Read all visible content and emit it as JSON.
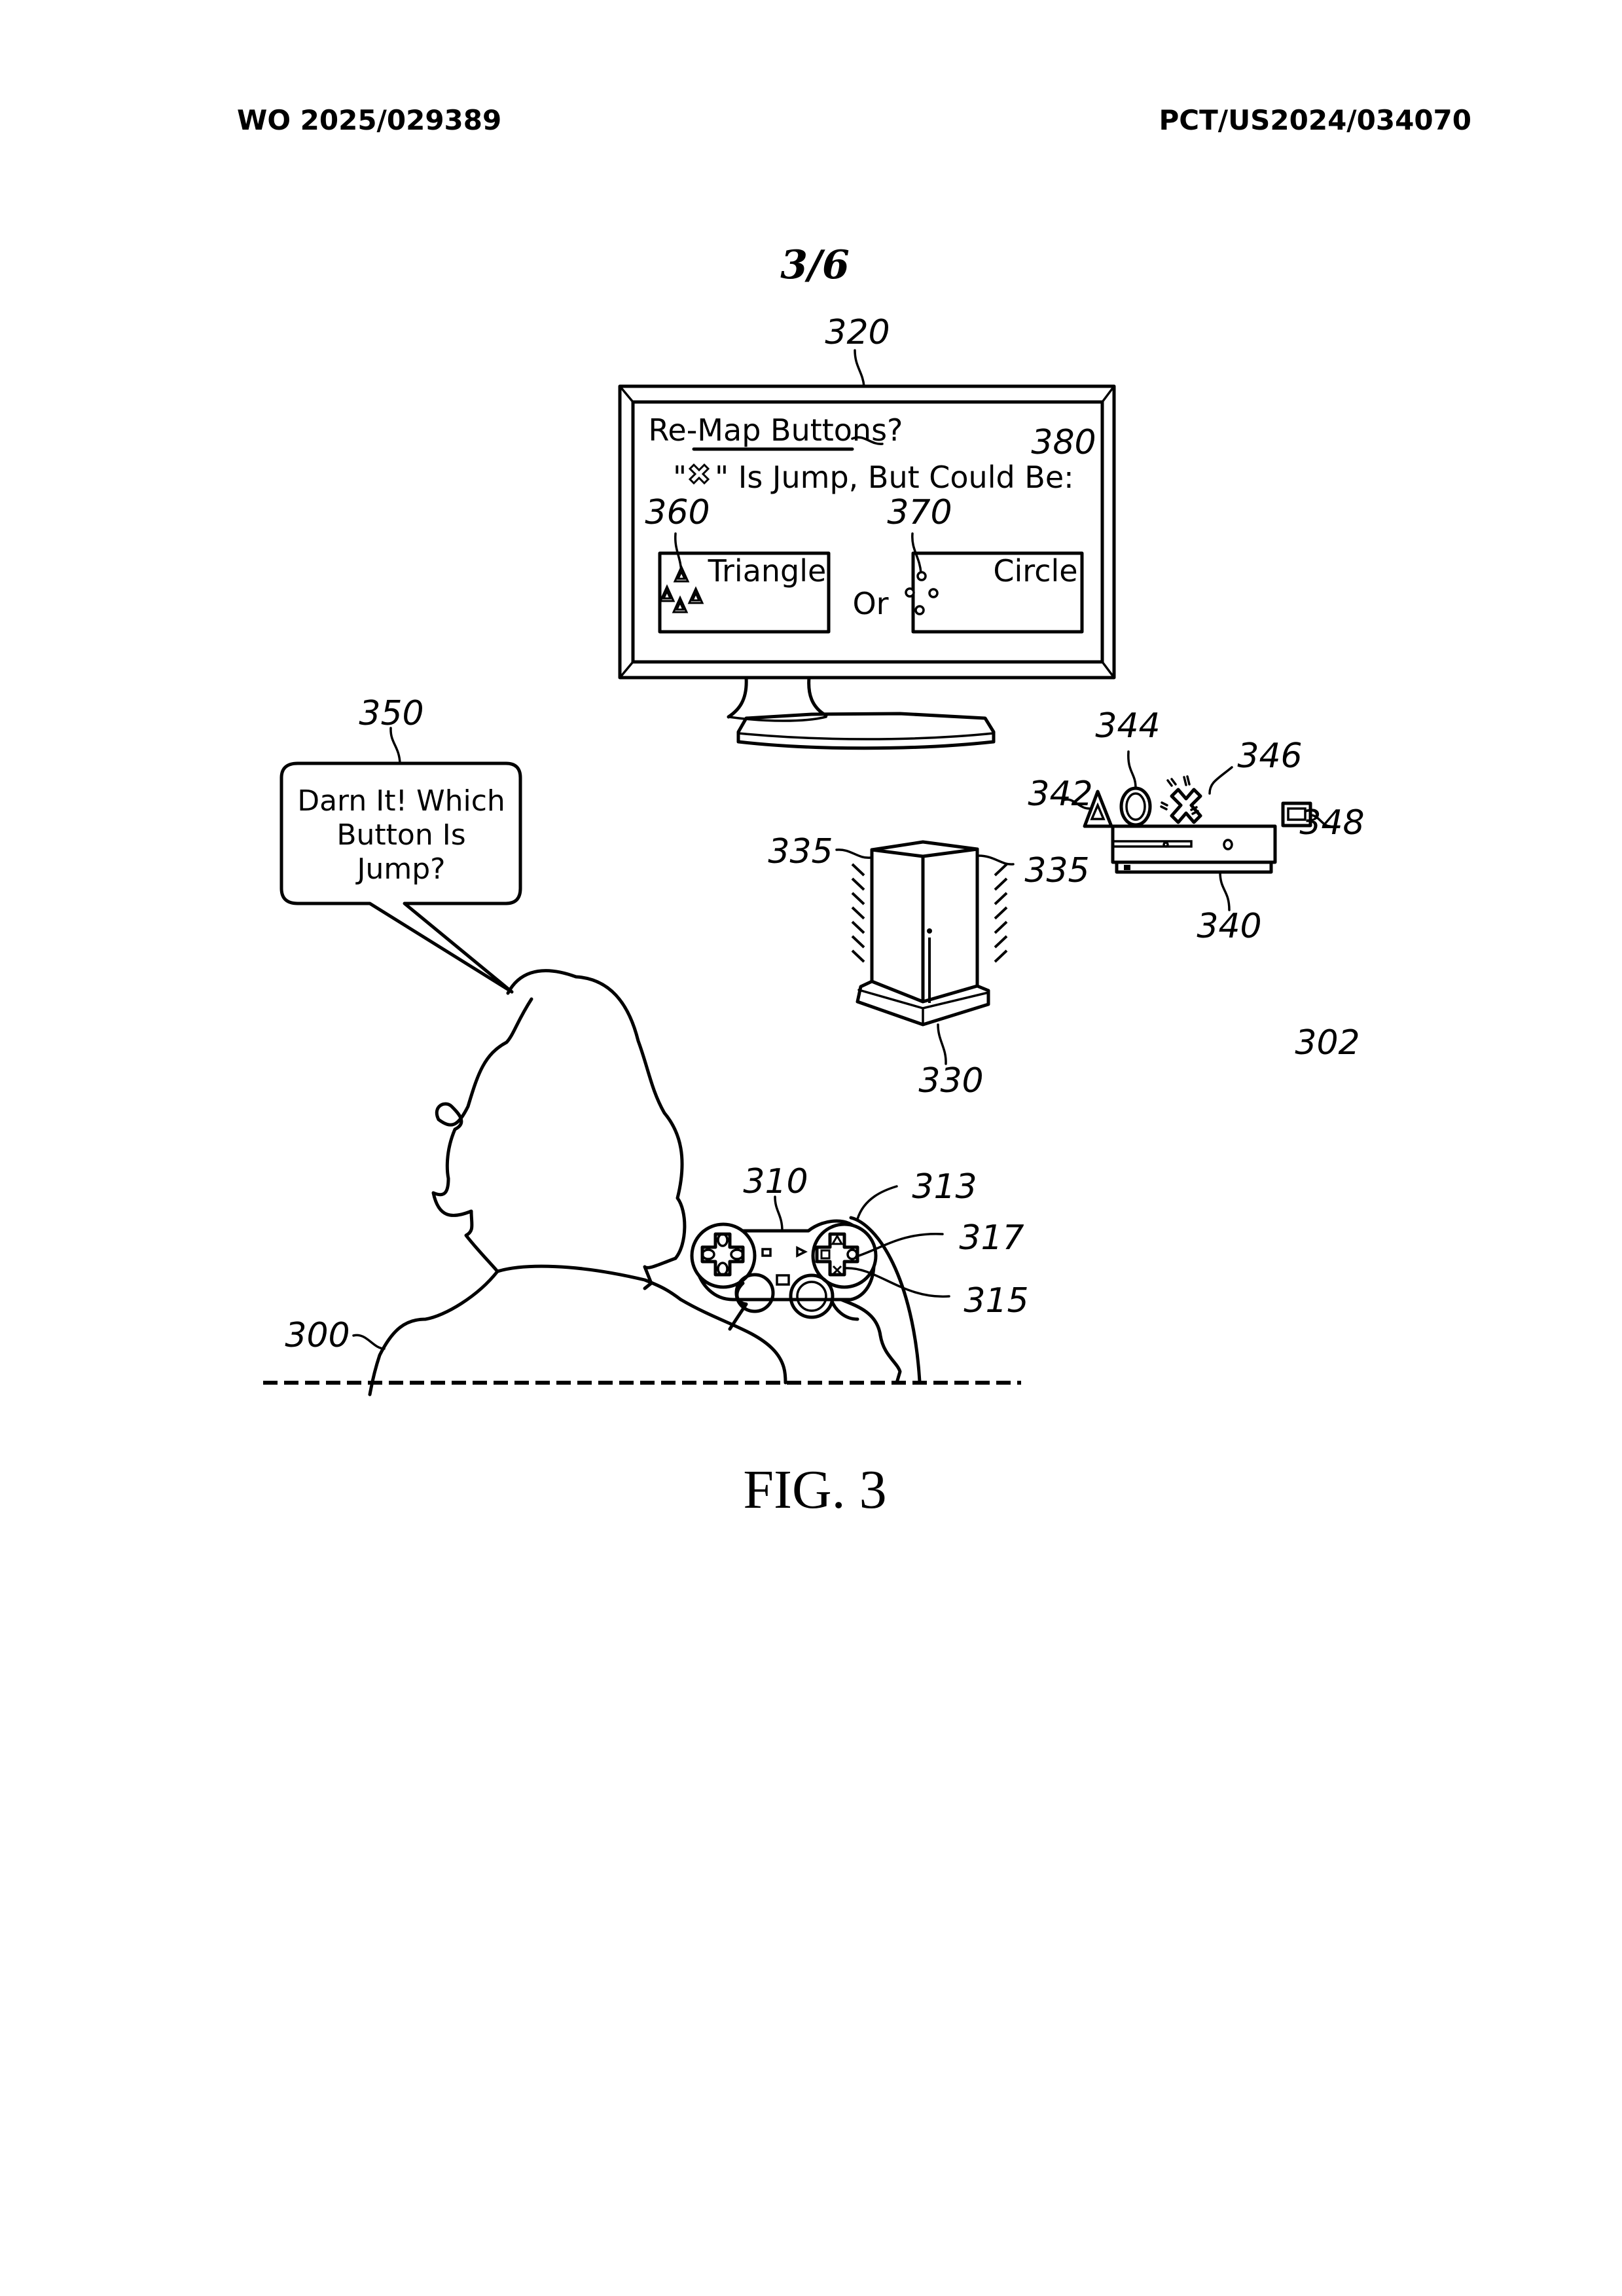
{
  "header": {
    "publication_number": "WO 2025/029389",
    "application_number": "PCT/US2024/034070"
  },
  "sheet_number": "3/6",
  "figure": {
    "caption": "FIG. 3",
    "display": {
      "ref": "320",
      "prompt_title": "Re-Map Buttons?",
      "prompt_title_ref": "380",
      "prompt_line_prefix": "\"",
      "prompt_line_symbol": "cross-button-icon",
      "prompt_line_suffix": "\" Is Jump, But Could Be:",
      "options": [
        {
          "ref": "360",
          "label": "Triangle",
          "icon": "triangle-button-icon"
        },
        {
          "ref": "370",
          "label": "Circle",
          "icon": "circle-button-icon"
        }
      ],
      "separator": "Or"
    },
    "speech_bubble": {
      "ref": "350",
      "lines": [
        "Darn It! Which",
        "Button Is",
        "Jump?"
      ]
    },
    "user_ref": "300",
    "controller": {
      "ref": "310",
      "button_refs": [
        "313",
        "317",
        "315"
      ]
    },
    "speaker": {
      "ref": "330",
      "sound_ref_left": "335",
      "sound_ref_right": "335"
    },
    "console": {
      "ref": "340",
      "symbol_refs": [
        {
          "ref": "342",
          "icon": "triangle-symbol"
        },
        {
          "ref": "344",
          "icon": "circle-symbol"
        },
        {
          "ref": "346",
          "icon": "cross-symbol"
        },
        {
          "ref": "348",
          "icon": "square-symbol"
        }
      ]
    },
    "environment_ref": "302"
  }
}
